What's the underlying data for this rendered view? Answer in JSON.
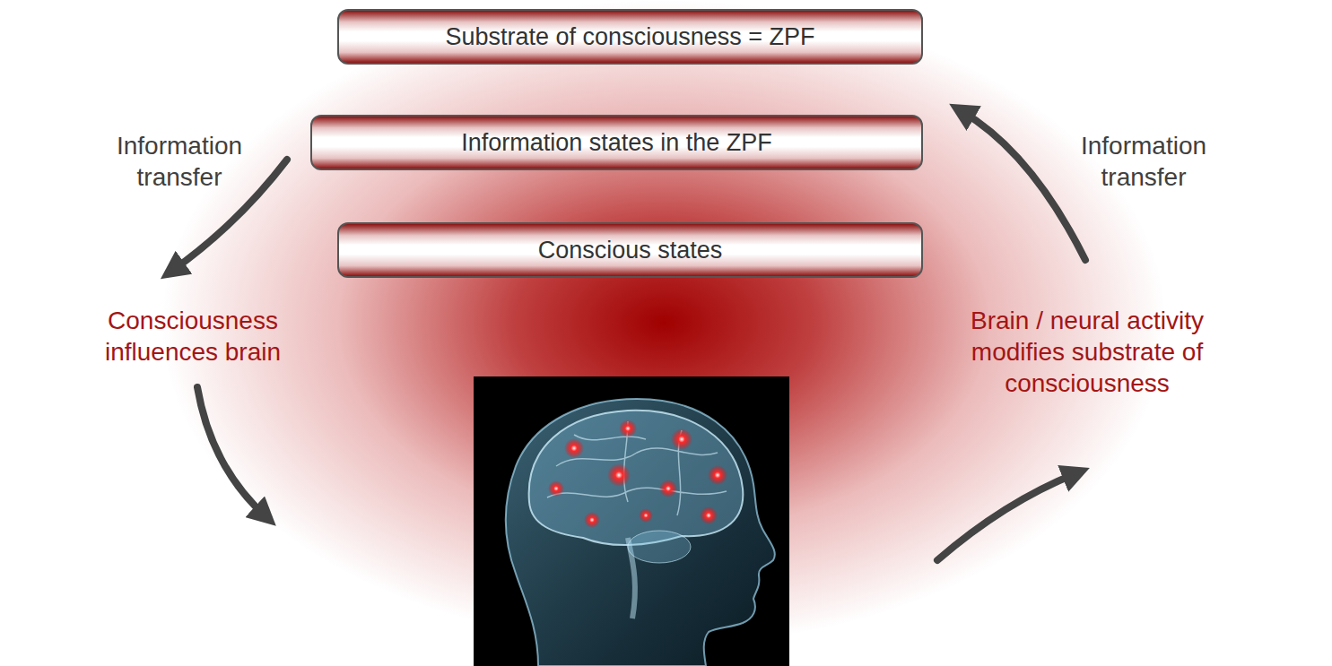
{
  "diagram": {
    "nodes": [
      {
        "text": [
          "Substrate of consciousness = ZPF"
        ]
      },
      {
        "text": [
          "Information states in the ZPF"
        ]
      },
      {
        "text": [
          "Conscious states"
        ]
      }
    ],
    "labels": [
      "Information transfer",
      "Information transfer",
      "Consciousness influences brain",
      "Brain / neural activity modifies substrate of consciousness"
    ]
  }
}
